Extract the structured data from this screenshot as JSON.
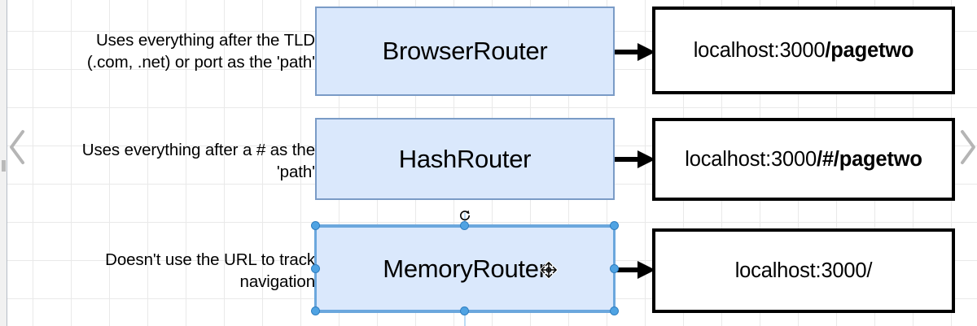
{
  "canvas": {
    "grid_color": "#e9e9e9",
    "background": "#ffffff"
  },
  "nav": {
    "prev_icon": "chevron-left-icon",
    "next_icon": "chevron-right-icon"
  },
  "rows": [
    {
      "description": "Uses everything after the TLD\n(.com, .net) or port as the 'path'",
      "router": "BrowserRouter",
      "url_prefix": "localhost:3000",
      "url_suffix": "/pagetwo",
      "selected": false
    },
    {
      "description": "Uses everything after a # as the\n'path'",
      "router": "HashRouter",
      "url_prefix": "localhost:3000",
      "url_suffix": "/#/pagetwo",
      "selected": false
    },
    {
      "description": "Doesn't use the URL to track\nnavigation",
      "router": "MemoryRouter",
      "url_prefix": "localhost:3000/",
      "url_suffix": "",
      "selected": true
    }
  ],
  "style": {
    "router_fill": "#dae8fc",
    "router_stroke": "#7a9bc6",
    "url_stroke": "#000000",
    "selection_color": "#4fa3e3",
    "arrow_color": "#000000"
  },
  "selection": {
    "rotate_icon": "rotate-icon",
    "move_cursor_icon": "move-cursor-icon",
    "handle_count": 8
  }
}
